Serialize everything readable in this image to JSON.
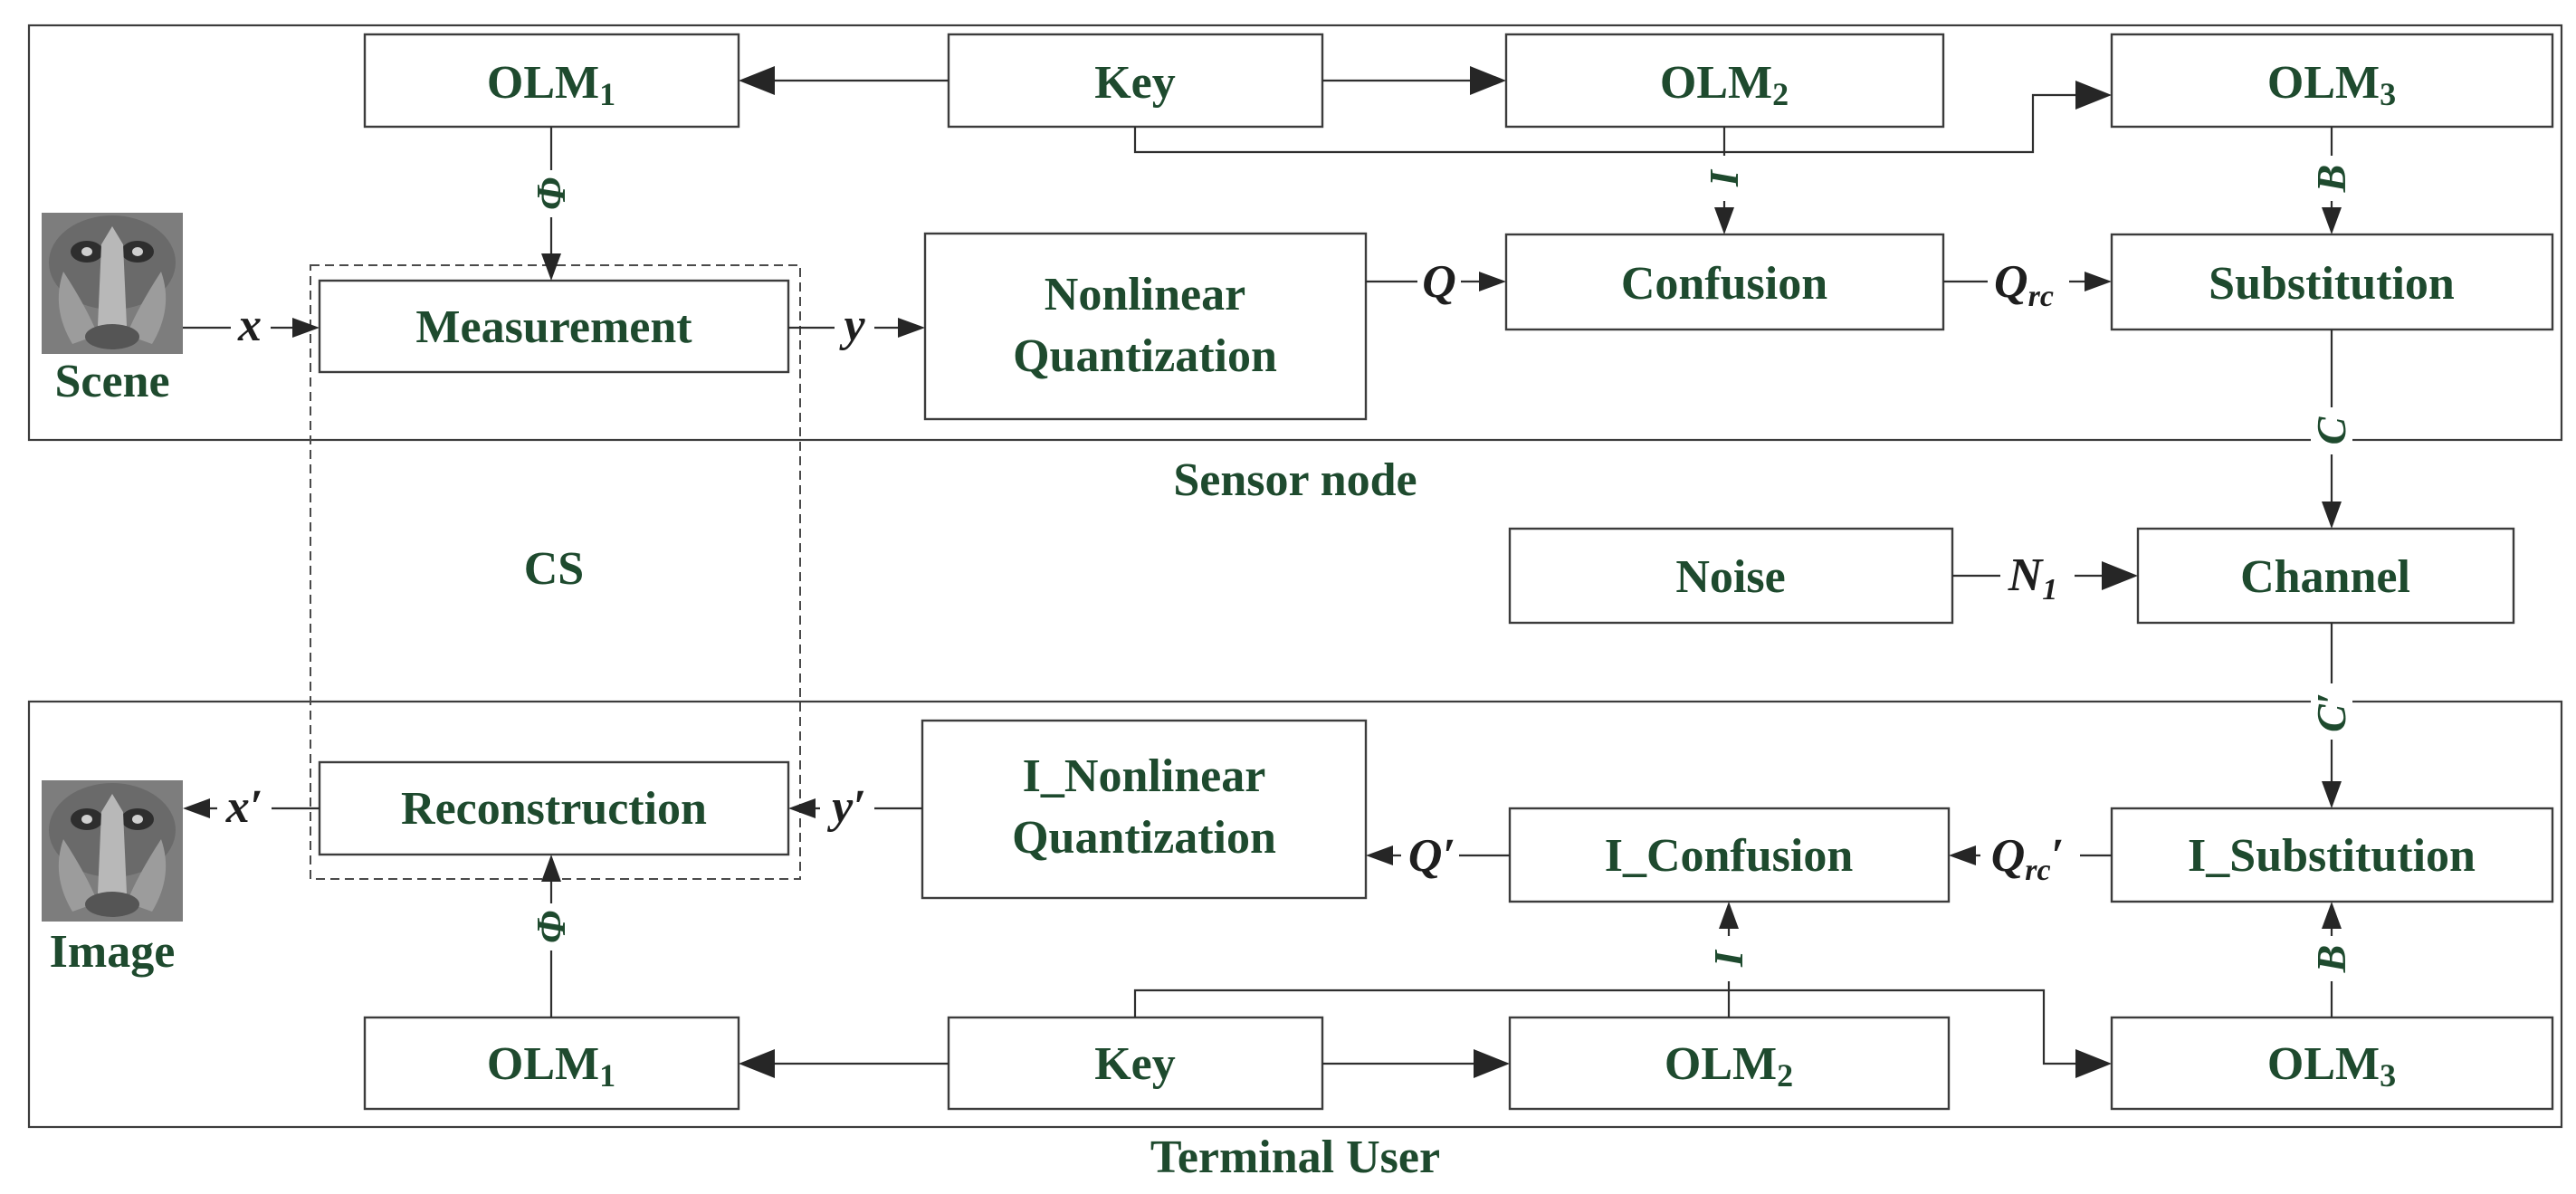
{
  "sensor": {
    "olm1": {
      "base": "OLM",
      "sub": "1"
    },
    "key": "Key",
    "olm2": {
      "base": "OLM",
      "sub": "2"
    },
    "olm3": {
      "base": "OLM",
      "sub": "3"
    },
    "measurement": "Measurement",
    "nonlinear_line1": "Nonlinear",
    "nonlinear_line2": "Quantization",
    "confusion": "Confusion",
    "substitution": "Substitution",
    "group_label": "Sensor node"
  },
  "cs_label": "CS",
  "scene_label": "Scene",
  "image_label": "Image",
  "channel": {
    "noise": "Noise",
    "channel": "Channel",
    "n1": {
      "base": "N",
      "sub": "1"
    }
  },
  "terminal": {
    "reconstruction": "Reconstruction",
    "inl_line1": "I_Nonlinear",
    "inl_line2": "Quantization",
    "iconfusion": "I_Confusion",
    "isubstitution": "I_Substitution",
    "olm1": {
      "base": "OLM",
      "sub": "1"
    },
    "key": "Key",
    "olm2": {
      "base": "OLM",
      "sub": "2"
    },
    "olm3": {
      "base": "OLM",
      "sub": "3"
    },
    "group_label": "Terminal User"
  },
  "vars": {
    "x": "x",
    "y": "y",
    "Q": "Q",
    "Qrc": {
      "base": "Q",
      "sub": "rc"
    },
    "C": "C",
    "Cp": "C′",
    "xp": "x′",
    "yp": "y′",
    "Qp": "Q′",
    "Qrcp": {
      "base": "Q",
      "sub": "rc",
      "prime": "′"
    },
    "phi": "Φ",
    "I": "I",
    "B": "B"
  },
  "colors": {
    "label": "#1e4a2e",
    "line": "#2e2e2e",
    "box_stroke": "#3c3c3c"
  }
}
